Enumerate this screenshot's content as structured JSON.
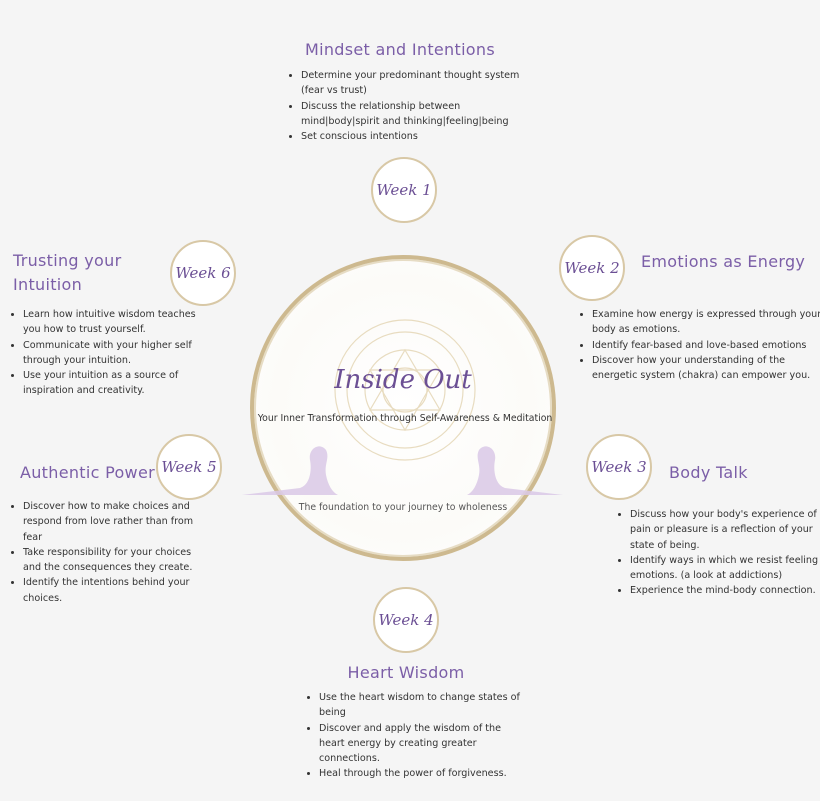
{
  "center": {
    "brand": "Inside Out",
    "tagline": "Your Inner Transformation through Self-Awareness & Meditation",
    "foundation": "The foundation to your journey to wholeness"
  },
  "colors": {
    "accent": "#7b5ea7",
    "gold": "#cdb98f",
    "background": "#f5f5f5",
    "silhouette": "#d9c8e6"
  },
  "weeks": [
    {
      "label": "Week 1",
      "title": "Mindset and Intentions",
      "items": [
        "Determine your predominant thought system (fear vs trust)",
        "Discuss the relationship between mind|body|spirit and thinking|feeling|being",
        "Set conscious intentions"
      ]
    },
    {
      "label": "Week 2",
      "title": "Emotions as Energy",
      "items": [
        "Examine how energy is expressed through your body as emotions.",
        "Identify fear-based and love-based emotions",
        "Discover how your understanding of the energetic system (chakra) can empower you."
      ]
    },
    {
      "label": "Week 3",
      "title": "Body Talk",
      "items": [
        "Discuss how your body's experience of pain or pleasure is a reflection of your state of being.",
        "Identify ways in which we resist feeling emotions. (a look at addictions)",
        "Experience the mind-body connection."
      ]
    },
    {
      "label": "Week 4",
      "title": "Heart Wisdom",
      "items": [
        "Use the heart wisdom to change states of being",
        "Discover and apply the wisdom of the heart energy by creating greater connections.",
        "Heal through the power of forgiveness."
      ]
    },
    {
      "label": "Week 5",
      "title": "Authentic Power",
      "items": [
        "Discover how to make choices and respond from love rather than from fear",
        "Take responsibility for your choices and the consequences they create.",
        "Identify the intentions behind your choices."
      ]
    },
    {
      "label": "Week 6",
      "title": "Trusting your Intuition",
      "items": [
        "Learn how intuitive wisdom teaches you how to trust yourself.",
        "Communicate with your higher self through your intuition.",
        "Use your intuition as a source of inspiration and creativity."
      ]
    }
  ]
}
